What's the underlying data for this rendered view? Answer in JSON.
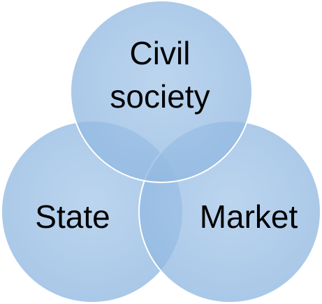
{
  "diagram": {
    "type": "venn",
    "sets": [
      {
        "id": "civil-society",
        "label_lines": [
          "Civil",
          "society"
        ]
      },
      {
        "id": "state",
        "label_lines": [
          "State"
        ]
      },
      {
        "id": "market",
        "label_lines": [
          "Market"
        ]
      }
    ],
    "colors": {
      "fill": "#4f8fd0",
      "stroke": "#ffffff",
      "text": "#000000",
      "background": "#ffffff"
    }
  }
}
